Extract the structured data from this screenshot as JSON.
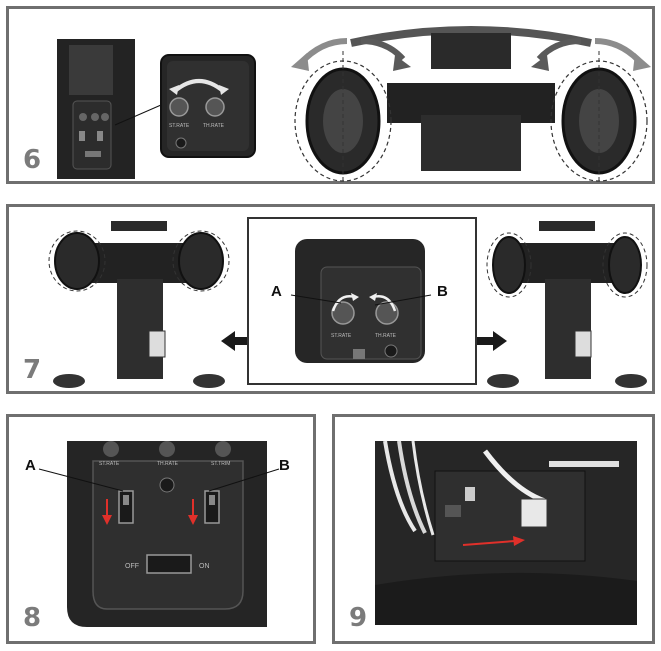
{
  "steps": {
    "s6": "6",
    "s7": "7",
    "s8": "8",
    "s9": "9"
  },
  "callouts": {
    "p7_a": "A",
    "p7_b": "B",
    "p8_a": "A",
    "p8_b": "B"
  },
  "switch_panel": {
    "off": "OFF",
    "on": "ON"
  },
  "colors": {
    "border": "#6f6f6f",
    "step_number": "#7b7b7b",
    "arrow_red": "#e0302a",
    "arrow_gray": "#8c8c8c",
    "device_dark": "#1f1f1f"
  }
}
